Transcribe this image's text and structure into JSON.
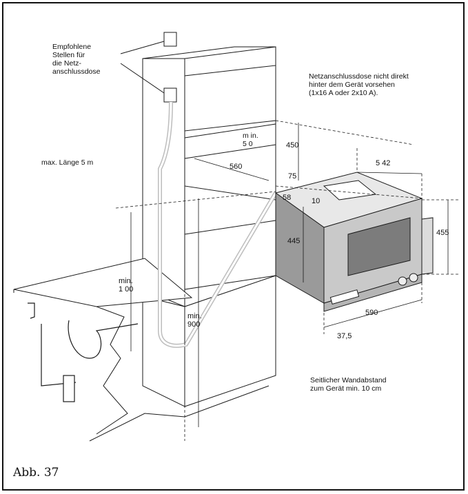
{
  "labels": {
    "recommended_socket": "Empfohlene\nStellen für\ndie Netz-\nanschlussdose",
    "socket_note": "Netzanschlussdose nicht direkt\nhinter dem Gerät vorsehen\n(1x16 A oder 2x10 A).",
    "max_length": "max. Länge 5 m",
    "side_clearance": "Seitlicher Wandabstand\nzum Gerät min. 10 cm"
  },
  "dimensions": {
    "d450": "450",
    "d542": "5 42",
    "min50": "m in.\n5 0",
    "d560": "560",
    "d75": "75",
    "d58": "58",
    "d10": "10",
    "d445": "445",
    "d455": "455",
    "min100": "min.\n1 00",
    "min900": "min.\n900",
    "d590": "590",
    "d37_5": "37,5"
  },
  "caption": "Abb. 37",
  "colors": {
    "line": "#1a1a1a",
    "oven_body": "#c9c9c9",
    "oven_side": "#9a9a9a",
    "window": "#7c7c7c",
    "cable": "#d8d8d8"
  }
}
